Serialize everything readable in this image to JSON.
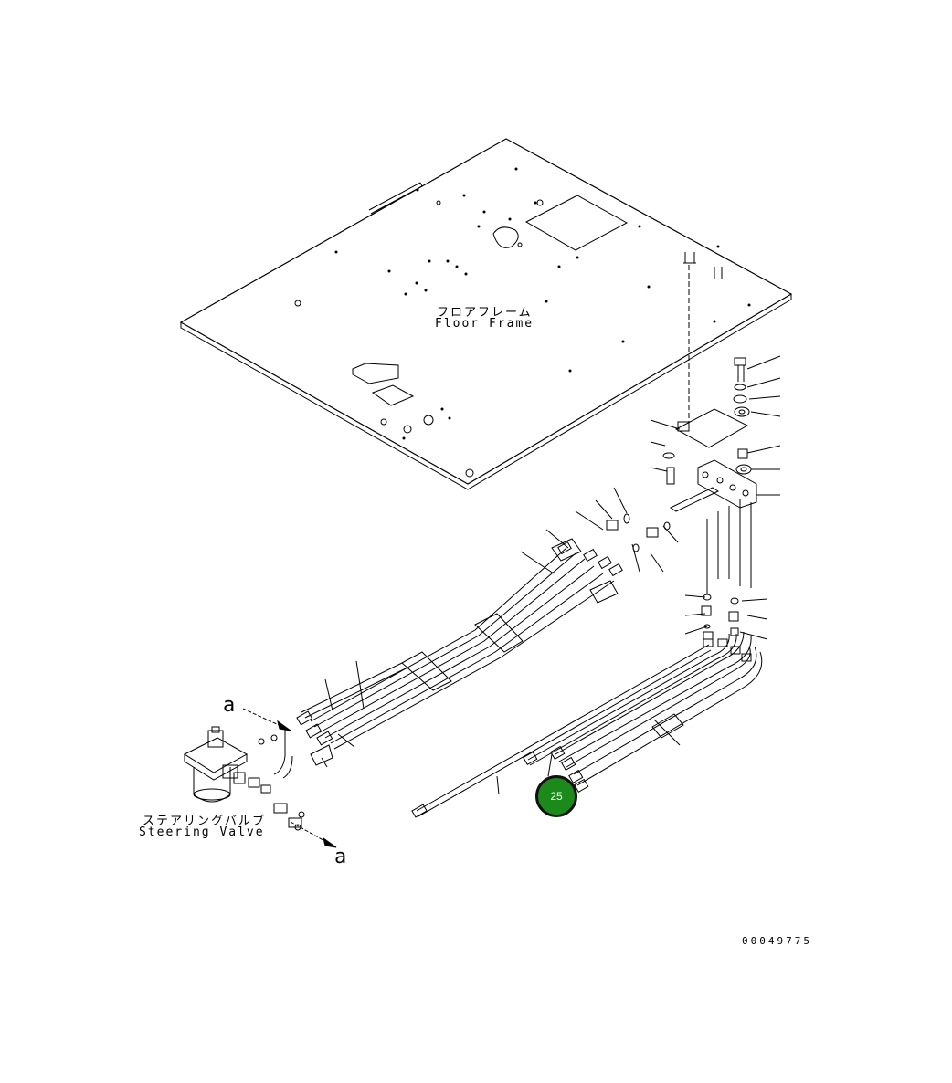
{
  "labels": {
    "floor_frame_jp": "フロアフレーム",
    "floor_frame_en": "Floor Frame",
    "steering_valve_jp": "ステアリングバルブ",
    "steering_valve_en": "Steering Valve",
    "marker_a_top": "a",
    "marker_a_bottom": "a",
    "drawing_number": "00049775"
  },
  "callout": {
    "number": "25",
    "color": "#1b8a1b"
  }
}
